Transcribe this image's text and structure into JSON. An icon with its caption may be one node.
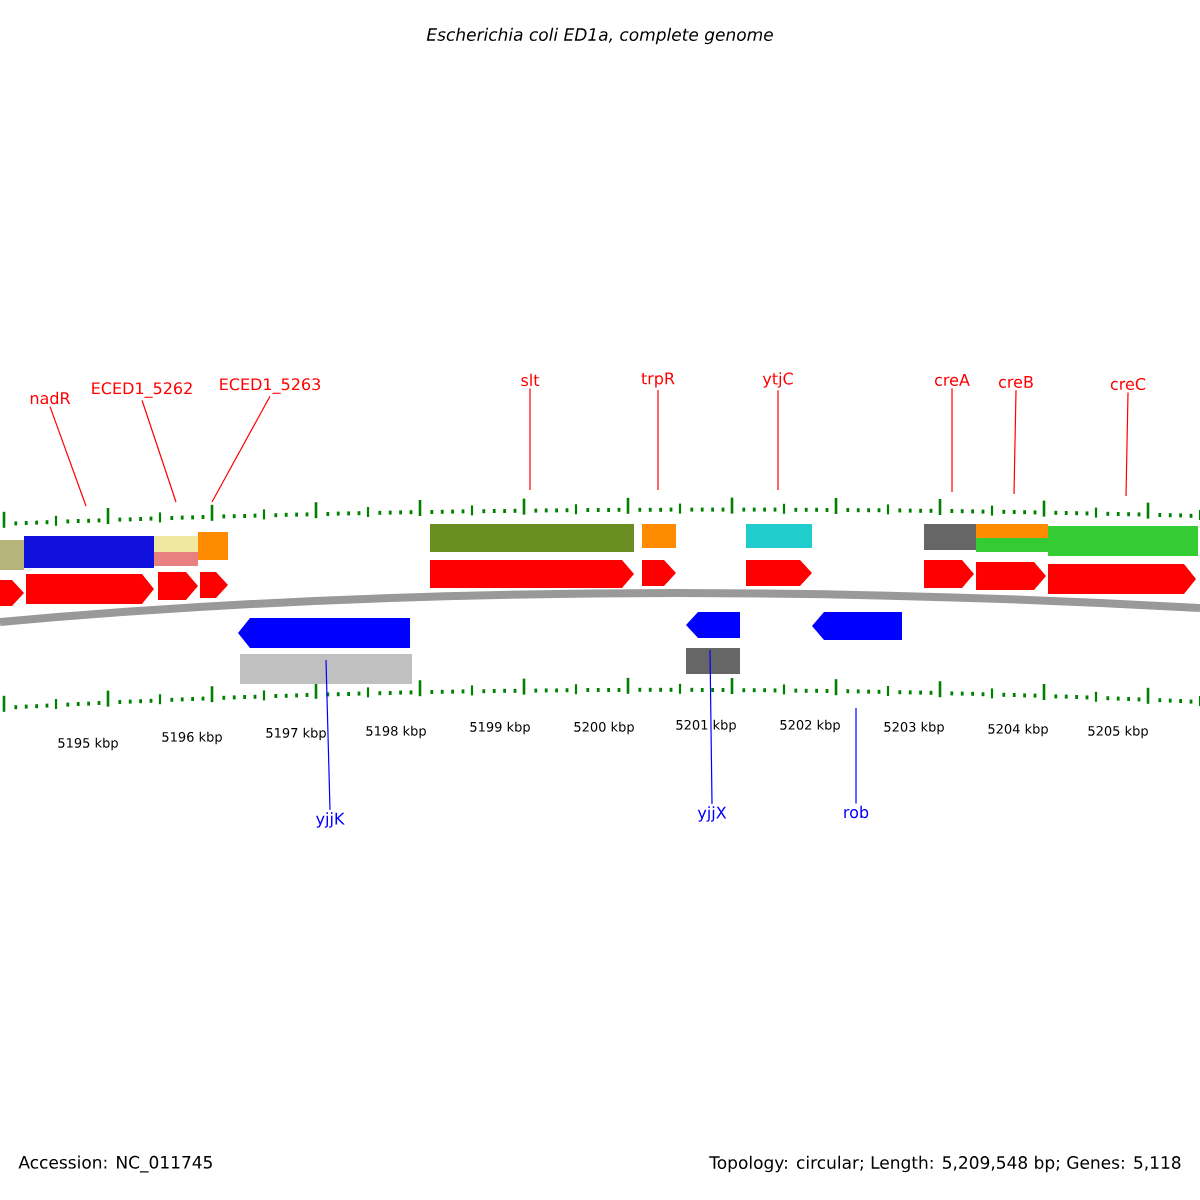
{
  "diagram": {
    "title": "Escherichia coli ED1a, complete genome",
    "nodes": [
      {
        "text": [
          "nadR"
        ]
      },
      {
        "text": [
          "ECED1_5262"
        ]
      },
      {
        "text": [
          "ECED1_5263"
        ]
      },
      {
        "text": [
          "slt"
        ]
      },
      {
        "text": [
          "trpR"
        ]
      },
      {
        "text": [
          "ytjC"
        ]
      },
      {
        "text": [
          "creA"
        ]
      },
      {
        "text": [
          "creB"
        ]
      },
      {
        "text": [
          "creC"
        ]
      },
      {
        "text": [
          "yjjK"
        ]
      },
      {
        "text": [
          "yjjX"
        ]
      },
      {
        "text": [
          "rob"
        ]
      }
    ],
    "edges": [
      {
        "from": 0,
        "to": null,
        "arrow": "none"
      },
      {
        "from": 1,
        "to": null,
        "arrow": "none"
      },
      {
        "from": 2,
        "to": null,
        "arrow": "none"
      },
      {
        "from": 3,
        "to": null,
        "arrow": "none"
      },
      {
        "from": 4,
        "to": null,
        "arrow": "none"
      },
      {
        "from": 5,
        "to": null,
        "arrow": "none"
      },
      {
        "from": 6,
        "to": null,
        "arrow": "none"
      },
      {
        "from": 7,
        "to": null,
        "arrow": "none"
      },
      {
        "from": 8,
        "to": null,
        "arrow": "none"
      },
      {
        "from": 9,
        "to": null,
        "arrow": "none",
        "color": "#0000ff"
      },
      {
        "from": 10,
        "to": null,
        "arrow": "none",
        "color": "#0000ff"
      },
      {
        "from": 11,
        "to": null,
        "arrow": "none",
        "color": "#0000ff"
      }
    ],
    "labels": [
      "5195 kbp",
      "5196 kbp",
      "5197 kbp",
      "5198 kbp",
      "5199 kbp",
      "5200 kbp",
      "5201 kbp",
      "5202 kbp",
      "5203 kbp",
      "5204 kbp",
      "5205 kbp",
      "Accession: NC_011745",
      "Topology: circular; Length: 5,209,548 bp; Genes: 5,118"
    ]
  }
}
